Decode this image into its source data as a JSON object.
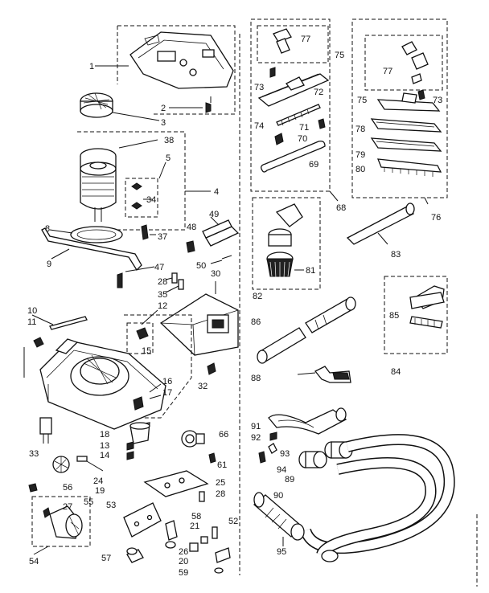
{
  "labels": [
    "1",
    "2",
    "3",
    "4",
    "5",
    "8",
    "9",
    "10",
    "11",
    "12",
    "13",
    "14",
    "15",
    "16",
    "17",
    "18",
    "19",
    "20",
    "21",
    "24",
    "25",
    "26",
    "27",
    "28",
    "28",
    "30",
    "32",
    "33",
    "34",
    "35",
    "37",
    "38",
    "47",
    "48",
    "49",
    "50",
    "52",
    "53",
    "54",
    "55",
    "56",
    "57",
    "58",
    "59",
    "61",
    "66",
    "68",
    "69",
    "70",
    "71",
    "72",
    "73",
    "73",
    "74",
    "75",
    "75",
    "76",
    "77",
    "77",
    "78",
    "79",
    "80",
    "81",
    "82",
    "83",
    "84",
    "85",
    "86",
    "88",
    "89",
    "90",
    "91",
    "92",
    "93",
    "94",
    "95"
  ],
  "colors": {
    "ink": "#111111",
    "paper": "#ffffff"
  }
}
